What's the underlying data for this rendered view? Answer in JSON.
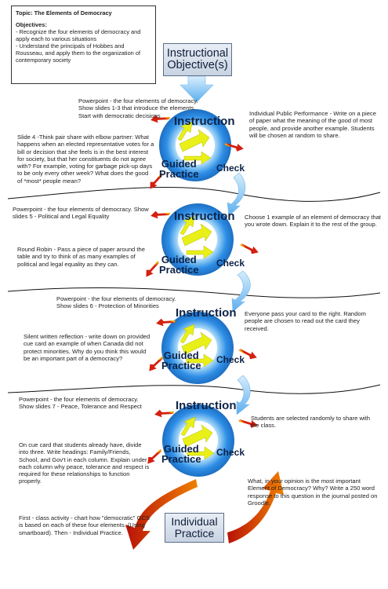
{
  "objectives_box": {
    "topic": "Topic: The Elements of Democracy",
    "heading": "Objectives:",
    "items": [
      "- Recognize the four elements of democracy and apply each to various situations",
      "- Understand the principals of Hobbes and Rousseau, and apply them to the organization of contemporary society"
    ]
  },
  "instructional_objectives": [
    "Instructional",
    "Objective(s)"
  ],
  "individual_practice": [
    "Individual",
    "Practice"
  ],
  "cycle_labels": {
    "instruction": "Instruction",
    "guided_1": "Guided",
    "guided_2": "Practice",
    "check": "Check"
  },
  "sections": [
    {
      "instruction_note": "Powerpoint - the four elements of democracy. Show slides 1-3 that introduce the elements. Start with democratic decisions",
      "guided_note": "Slide 4 -Think pair share with elbow partner: What happens when an elected  representative votes for a bill or decision that she feels is in the best interest for society, but that her constituents do not agree with? For example, voting for garbage pick-up days to be only every other week?  What does the good of *most* people mean?",
      "check_note": "Individual Public Performance -  Write on a piece of paper what the meaning of the good of most people, and provide another example.  Students will be chosen at random to share."
    },
    {
      "instruction_note": "Powerpoint - the four elements of democracy. Show slides 5 - Political and Legal Equality",
      "guided_note": "Round Robin - Pass a piece of paper around the table and try to think of as many examples of political and legal equality as they can.",
      "check_note": "Choose 1 example of an element of democracy that you wrote down.  Explain it to the rest of the group."
    },
    {
      "instruction_note": "Powerpoint - the four elements of democracy. Show slides 6 - Protection of Minorities",
      "guided_note": "Silent written reflection - write down on provided cue card an example of when Canada did not protect minorities.  Why do you think this would be an important part of a democracy?",
      "check_note": "Everyone pass your card to the right. Random people are chosen to read out the card they received."
    },
    {
      "instruction_note": "Powerpoint - the four elements of democracy. Show slides 7 - Peace, Tolerance and Respect",
      "guided_note": "On cue card that students already have, divide into three.  Write headings: Family/Friends, School, and Gov't in each column.  Explain under each column why peace, tolerance and respect is required for these relationships to function properly.",
      "check_note": "Students are selected randomly to share with the class."
    }
  ],
  "final_left_note": "First - class activity - chart how \"democratic\" GCS is based on each of these four elements.  (Using smartboard).  Then - Individual Practice.",
  "final_right_note": "What, in your opinion is the most important Element of Democracy? Why? Write a 250 word response to this question in the journal posted on Groodle.",
  "colors": {
    "cycle_blue": "#2f8fe6",
    "cycle_light": "#bfe4fb",
    "arrow_yellow": "#e8f018",
    "arrow_red": "#d42010",
    "arrow_orange": "#f3a000",
    "label_navy": "#0d2246"
  }
}
